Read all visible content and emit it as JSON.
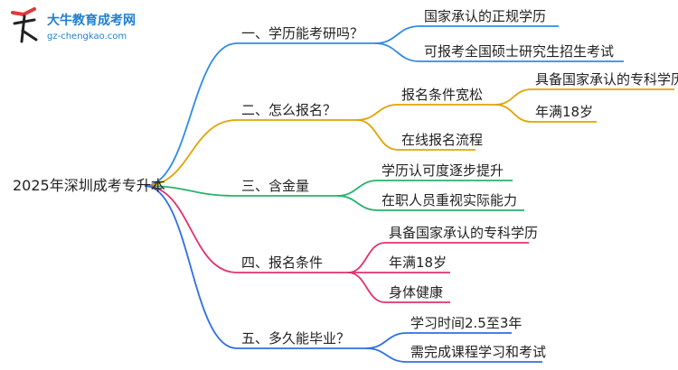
{
  "logo": {
    "title": "大牛教育成考网",
    "url": "gz-chengkao.com",
    "colors": {
      "brand": "#1e7fd0",
      "accent": "#e03a3a"
    }
  },
  "root": "2025年深圳成考专升本",
  "colors": {
    "branch1": "#2e8be6",
    "branch2": "#e0a400",
    "branch3": "#27b36b",
    "branch4": "#e0336e",
    "branch5": "#2e6fe6"
  },
  "branches": [
    {
      "label": "一、学历能考研吗？",
      "children": [
        {
          "label": "国家承认的正规学历"
        },
        {
          "label": "可报考全国硕士研究生招生考试"
        }
      ]
    },
    {
      "label": "二、怎么报名？",
      "children": [
        {
          "label": "报名条件宽松",
          "children": [
            {
              "label": "具备国家承认的专科学历"
            },
            {
              "label": "年满18岁"
            }
          ]
        },
        {
          "label": "在线报名流程"
        }
      ]
    },
    {
      "label": "三、含金量",
      "children": [
        {
          "label": "学历认可度逐步提升"
        },
        {
          "label": "在职人员重视实际能力"
        }
      ]
    },
    {
      "label": "四、报名条件",
      "children": [
        {
          "label": "具备国家承认的专科学历"
        },
        {
          "label": "年满18岁"
        },
        {
          "label": "身体健康"
        }
      ]
    },
    {
      "label": "五、多久能毕业？",
      "children": [
        {
          "label": "学习时间2.5至3年"
        },
        {
          "label": "需完成课程学习和考试"
        }
      ]
    }
  ]
}
